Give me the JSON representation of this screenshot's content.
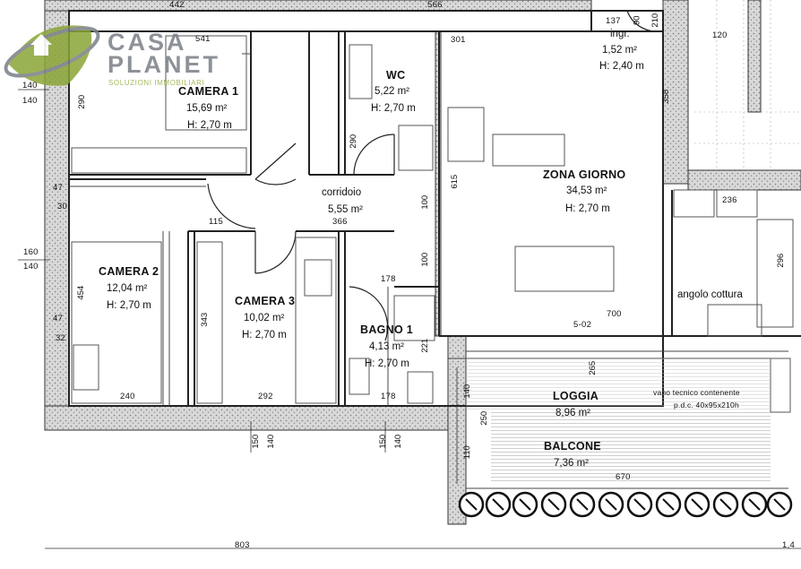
{
  "brand": {
    "name_top": "CASA",
    "name_bottom": "PLANET",
    "tagline": "SOLUZIONI IMMOBILIARI",
    "colors": {
      "green": "#8aa537",
      "gray": "#7a8087"
    }
  },
  "rooms": {
    "camera1": {
      "name": "CAMERA 1",
      "area": "15,69 m²",
      "height": "H: 2,70 m"
    },
    "wc": {
      "name": "WC",
      "area": "5,22 m²",
      "height": "H: 2,70 m"
    },
    "ingresso": {
      "name": "ingr.",
      "area": "1,52 m²",
      "height": "H: 2,40 m"
    },
    "corridoio": {
      "name": "corridoio",
      "area": "5,55 m²"
    },
    "zona_giorno": {
      "name": "ZONA GIORNO",
      "area": "34,53 m²",
      "height": "H: 2,70 m"
    },
    "angolo_cottura": {
      "name": "angolo cottura"
    },
    "camera2": {
      "name": "CAMERA 2",
      "area": "12,04 m²",
      "height": "H: 2,70 m"
    },
    "camera3": {
      "name": "CAMERA 3",
      "area": "10,02 m²",
      "height": "H: 2,70 m"
    },
    "bagno1": {
      "name": "BAGNO 1",
      "area": "4,13 m²",
      "height": "H: 2,70 m"
    },
    "loggia": {
      "name": "LOGGIA",
      "area": "8,96 m²"
    },
    "balcone": {
      "name": "BALCONE",
      "area": "7,36 m²"
    }
  },
  "note_vano_tecnico": [
    "vano tecnico contenente",
    "p.d.c. 40x95x210h"
  ],
  "dimensions": {
    "top_442": "442",
    "top_566": "566",
    "d_541": "541",
    "d_301": "301",
    "d_137": "137",
    "d_90": "90",
    "d_210": "210",
    "d_120": "120",
    "d_140a": "140",
    "d_140b": "140",
    "d_290a": "290",
    "d_290b": "290",
    "d_358": "358",
    "d_615": "615",
    "d_47a": "47",
    "d_30": "30",
    "d_115": "115",
    "d_366": "366",
    "d_100a": "100",
    "d_100b": "100",
    "d_236": "236",
    "d_296": "296",
    "d_160": "160",
    "d_140c": "140",
    "d_454": "454",
    "d_343": "343",
    "d_178a": "178",
    "d_700": "700",
    "d_502": "5-02",
    "d_265": "265",
    "d_47b": "47",
    "d_32": "32",
    "d_221": "221",
    "d_240": "240",
    "d_292": "292",
    "d_178b": "178",
    "d_140d": "140",
    "d_250": "250",
    "d_110": "110",
    "d_670": "670",
    "d_150a": "150",
    "d_140e": "140",
    "d_150b": "150",
    "d_140f": "140",
    "bottom_803": "803",
    "bottom_14": "1,4"
  }
}
